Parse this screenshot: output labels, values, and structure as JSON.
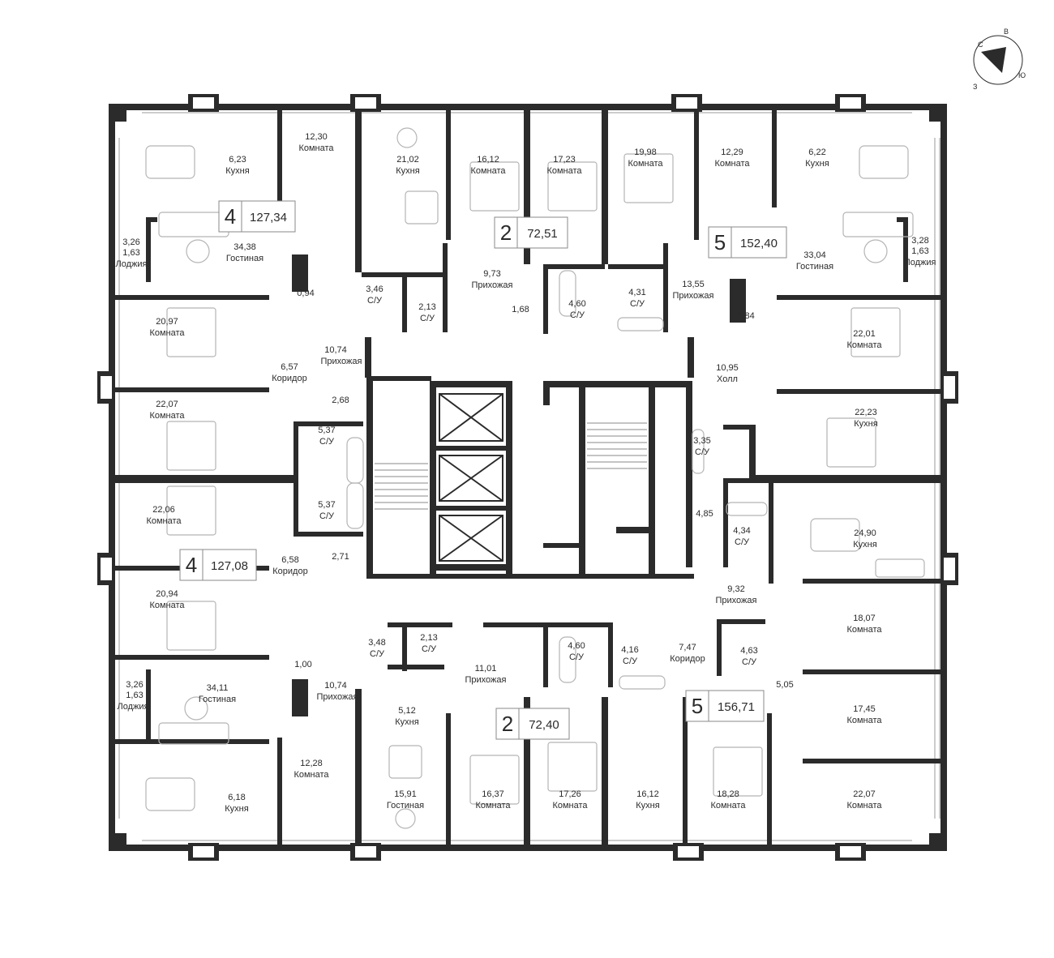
{
  "compass": {
    "north": "С",
    "east": "В",
    "south": "Ю",
    "west": "З"
  },
  "apartments": [
    {
      "id": "apt-4-nw",
      "rooms": "4",
      "area": "127,34"
    },
    {
      "id": "apt-2-n",
      "rooms": "2",
      "area": "72,51"
    },
    {
      "id": "apt-5-ne",
      "rooms": "5",
      "area": "152,40"
    },
    {
      "id": "apt-4-w",
      "rooms": "4",
      "area": "127,08"
    },
    {
      "id": "apt-2-s",
      "rooms": "2",
      "area": "72,40"
    },
    {
      "id": "apt-5-se",
      "rooms": "5",
      "area": "156,71"
    }
  ],
  "rooms": [
    {
      "area": "6,23",
      "name": "Кухня"
    },
    {
      "area": "12,30",
      "name": "Комната"
    },
    {
      "area": "21,02",
      "name": "Кухня"
    },
    {
      "area": "16,12",
      "name": "Комната"
    },
    {
      "area": "17,23",
      "name": "Комната"
    },
    {
      "area": "19,98",
      "name": "Комната"
    },
    {
      "area": "12,29",
      "name": "Комната"
    },
    {
      "area": "6,22",
      "name": "Кухня"
    },
    {
      "area": "3,26",
      "area2": "1,63",
      "name": "Лоджия"
    },
    {
      "area": "34,38",
      "name": "Гостиная"
    },
    {
      "area": "9,73",
      "name": "Прихожая"
    },
    {
      "area": "3,28",
      "area2": "1,63",
      "name": "Лоджия"
    },
    {
      "area": "33,04",
      "name": "Гостиная"
    },
    {
      "area": "13,55",
      "name": "Прихожая"
    },
    {
      "area": "0,94",
      "name": ""
    },
    {
      "area": "3,46",
      "name": "С/У"
    },
    {
      "area": "2,13",
      "name": "С/У"
    },
    {
      "area": "1,68",
      "name": ""
    },
    {
      "area": "4,60",
      "name": "С/У"
    },
    {
      "area": "4,31",
      "name": "С/У"
    },
    {
      "area": "2,84",
      "name": ""
    },
    {
      "area": "20,97",
      "name": "Комната"
    },
    {
      "area": "10,74",
      "name": "Прихожая"
    },
    {
      "area": "22,01",
      "name": "Комната"
    },
    {
      "area": "6,57",
      "name": "Коридор"
    },
    {
      "area": "10,95",
      "name": "Холл"
    },
    {
      "area": "2,68",
      "name": ""
    },
    {
      "area": "22,07",
      "name": "Комната"
    },
    {
      "area": "22,23",
      "name": "Кухня"
    },
    {
      "area": "5,37",
      "name": "С/У"
    },
    {
      "area": "3,35",
      "name": "С/У"
    },
    {
      "area": "5,37",
      "name": "С/У"
    },
    {
      "area": "22,06",
      "name": "Комната"
    },
    {
      "area": "4,85",
      "name": ""
    },
    {
      "area": "4,34",
      "name": "С/У"
    },
    {
      "area": "24,90",
      "name": "Кухня"
    },
    {
      "area": "6,58",
      "name": "Коридор"
    },
    {
      "area": "2,71",
      "name": ""
    },
    {
      "area": "9,32",
      "name": "Прихожая"
    },
    {
      "area": "20,94",
      "name": "Комната"
    },
    {
      "area": "18,07",
      "name": "Комната"
    },
    {
      "area": "3,48",
      "name": "С/У"
    },
    {
      "area": "2,13",
      "name": "С/У"
    },
    {
      "area": "4,60",
      "name": "С/У"
    },
    {
      "area": "4,16",
      "name": "С/У"
    },
    {
      "area": "7,47",
      "name": "Коридор"
    },
    {
      "area": "4,63",
      "name": "С/У"
    },
    {
      "area": "11,01",
      "name": "Прихожая"
    },
    {
      "area": "1,00",
      "name": ""
    },
    {
      "area": "10,74",
      "name": "Прихожая"
    },
    {
      "area": "3,26",
      "area2": "1,63",
      "name": "Лоджия"
    },
    {
      "area": "34,11",
      "name": "Гостиная"
    },
    {
      "area": "5,05",
      "name": ""
    },
    {
      "area": "17,45",
      "name": "Комната"
    },
    {
      "area": "5,12",
      "name": "Кухня"
    },
    {
      "area": "12,28",
      "name": "Комната"
    },
    {
      "area": "6,18",
      "name": "Кухня"
    },
    {
      "area": "15,91",
      "name": "Гостиная"
    },
    {
      "area": "16,37",
      "name": "Комната"
    },
    {
      "area": "17,26",
      "name": "Комната"
    },
    {
      "area": "16,12",
      "name": "Кухня"
    },
    {
      "area": "18,28",
      "name": "Комната"
    },
    {
      "area": "22,07",
      "name": "Комната"
    }
  ]
}
